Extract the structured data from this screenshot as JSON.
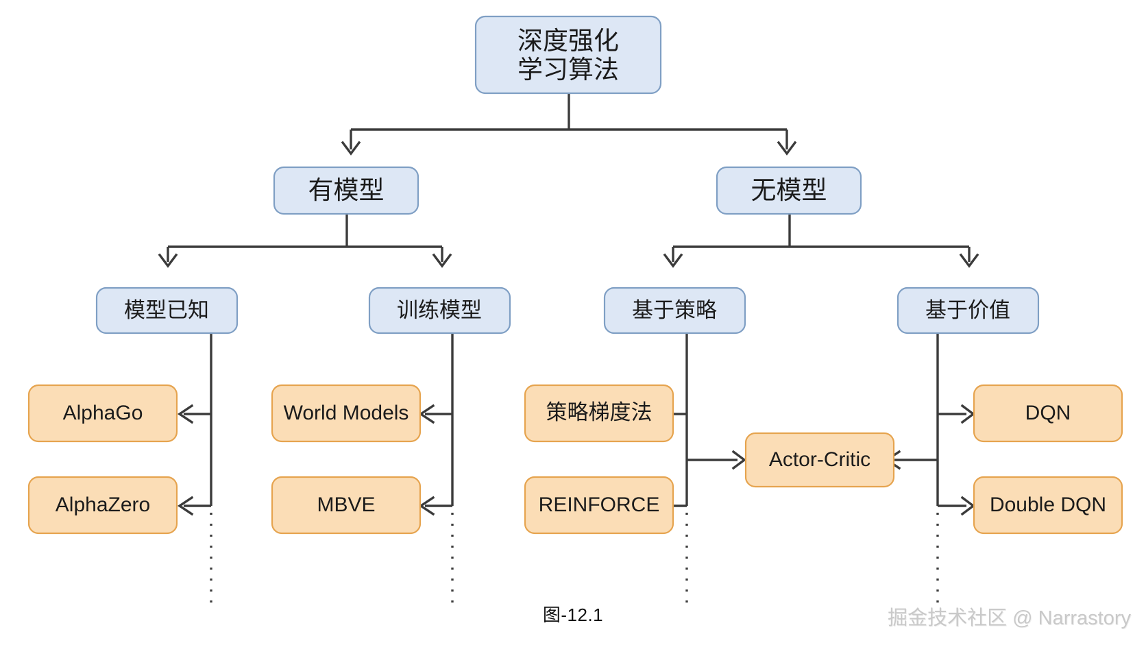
{
  "figure": {
    "caption": "图-12.1",
    "watermark": "掘金技术社区 @ Narrastory"
  },
  "colors": {
    "blue_fill": "#dde7f5",
    "blue_stroke": "#7f9fc4",
    "orange_fill": "#fbddb6",
    "orange_stroke": "#e6a44f",
    "connector": "#3b3b3b",
    "background": "#ffffff",
    "text": "#1b1b1b",
    "watermark": "#c9c9c9"
  },
  "chart_data": {
    "type": "diagram",
    "title": "深度强化学习算法",
    "layout": "top-down hierarchy tree with lateral leaf branches",
    "levels": [
      {
        "level": 0,
        "nodes": [
          {
            "id": "root",
            "label": "深度强化\n学习算法",
            "style": "blue"
          }
        ]
      },
      {
        "level": 1,
        "nodes": [
          {
            "id": "model-based",
            "label": "有模型",
            "style": "blue",
            "parent": "root"
          },
          {
            "id": "model-free",
            "label": "无模型",
            "style": "blue",
            "parent": "root"
          }
        ]
      },
      {
        "level": 2,
        "nodes": [
          {
            "id": "model-known",
            "label": "模型已知",
            "style": "blue",
            "parent": "model-based"
          },
          {
            "id": "model-learned",
            "label": "训练模型",
            "style": "blue",
            "parent": "model-based"
          },
          {
            "id": "policy-based",
            "label": "基于策略",
            "style": "blue",
            "parent": "model-free"
          },
          {
            "id": "value-based",
            "label": "基于价值",
            "style": "blue",
            "parent": "model-free"
          }
        ]
      },
      {
        "level": 3,
        "nodes": [
          {
            "id": "alphago",
            "label": "AlphaGo",
            "style": "orange",
            "parent": "model-known"
          },
          {
            "id": "alphazero",
            "label": "AlphaZero",
            "style": "orange",
            "parent": "model-known"
          },
          {
            "id": "world-models",
            "label": "World Models",
            "style": "orange",
            "parent": "model-learned"
          },
          {
            "id": "mbve",
            "label": "MBVE",
            "style": "orange",
            "parent": "model-learned"
          },
          {
            "id": "policy-gradient",
            "label": "策略梯度法",
            "style": "orange",
            "parent": "policy-based"
          },
          {
            "id": "reinforce",
            "label": "REINFORCE",
            "style": "orange",
            "parent": "policy-based"
          },
          {
            "id": "actor-critic",
            "label": "Actor-Critic",
            "style": "orange",
            "parents": [
              "policy-based",
              "value-based"
            ]
          },
          {
            "id": "dqn",
            "label": "DQN",
            "style": "orange",
            "parent": "value-based"
          },
          {
            "id": "double-dqn",
            "label": "Double DQN",
            "style": "orange",
            "parent": "value-based"
          }
        ]
      }
    ],
    "continuation_markers": 4,
    "notes": "Dotted vertical lines below each level-2 trunk indicate further omitted children."
  },
  "nodes": {
    "root": {
      "label_line1": "深度强化",
      "label_line2": "学习算法"
    },
    "level1": [
      {
        "id": "model-based",
        "label": "有模型"
      },
      {
        "id": "model-free",
        "label": "无模型"
      }
    ],
    "level2": [
      {
        "id": "model-known",
        "label": "模型已知"
      },
      {
        "id": "model-learned",
        "label": "训练模型"
      },
      {
        "id": "policy-based",
        "label": "基于策略"
      },
      {
        "id": "value-based",
        "label": "基于价值"
      }
    ],
    "leaves": [
      {
        "id": "alphago",
        "label": "AlphaGo"
      },
      {
        "id": "alphazero",
        "label": "AlphaZero"
      },
      {
        "id": "world-models",
        "label": "World Models"
      },
      {
        "id": "mbve",
        "label": "MBVE"
      },
      {
        "id": "policy-gradient",
        "label": "策略梯度法"
      },
      {
        "id": "reinforce",
        "label": "REINFORCE"
      },
      {
        "id": "actor-critic",
        "label": "Actor-Critic"
      },
      {
        "id": "dqn",
        "label": "DQN"
      },
      {
        "id": "double-dqn",
        "label": "Double DQN"
      }
    ]
  }
}
